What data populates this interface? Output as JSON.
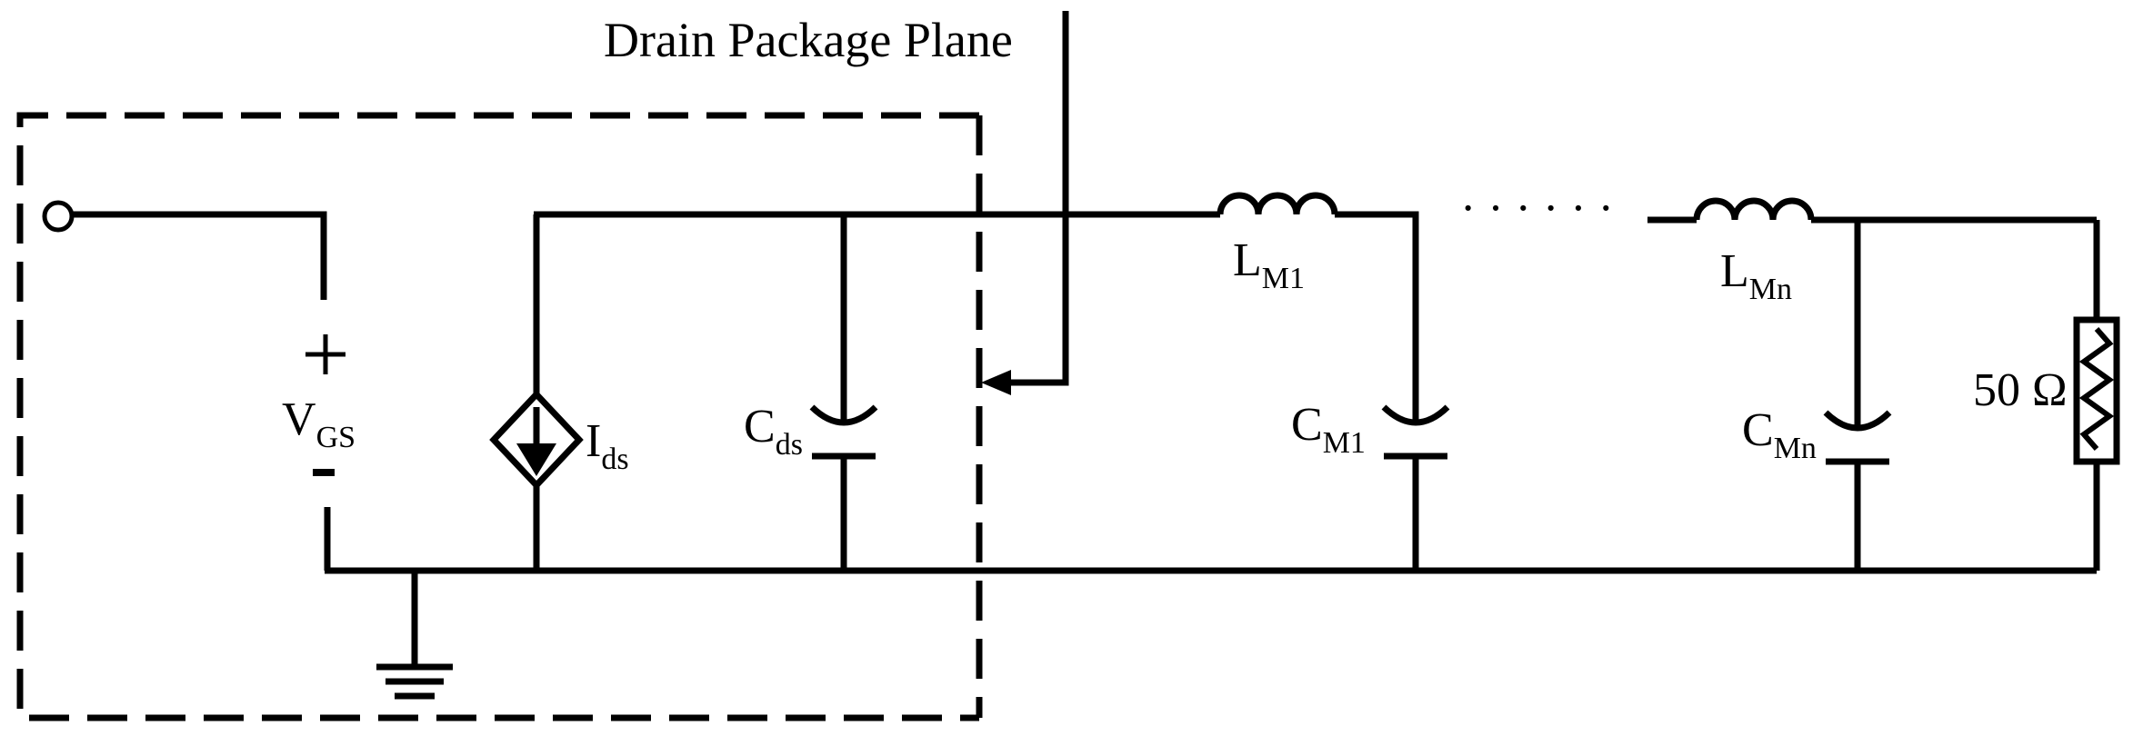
{
  "diagram": {
    "title": "Drain Package Plane",
    "labels": {
      "vgs_main": "V",
      "vgs_sub": "GS",
      "vgs_plus": "+",
      "vgs_minus": "-",
      "ids_main": "I",
      "ids_sub": "ds",
      "cds_main": "C",
      "cds_sub": "ds",
      "lm1_main": "L",
      "lm1_sub": "M1",
      "cm1_main": "C",
      "cm1_sub": "M1",
      "lmn_main": "L",
      "lmn_sub": "Mn",
      "cmn_main": "C",
      "cmn_sub": "Mn",
      "load": "50 Ω",
      "ellipsis": "· · · · · ·"
    },
    "colors": {
      "stroke": "#000000",
      "background": "#ffffff"
    }
  }
}
